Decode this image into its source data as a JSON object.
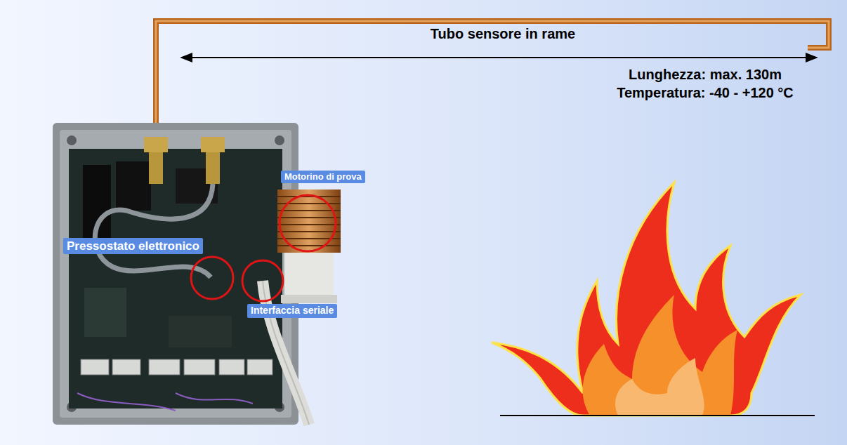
{
  "diagram": {
    "nodes": [
      {
        "text": [
          "Motorino di prova"
        ]
      },
      {
        "text": [
          "Pressostato elettronico"
        ]
      },
      {
        "text": [
          "Interfaccia seriale"
        ]
      }
    ],
    "labels": [
      "Tubo sensore in rame",
      "Lunghezza: max. 130m",
      "Temperatura: -40 - +120 °C"
    ]
  }
}
